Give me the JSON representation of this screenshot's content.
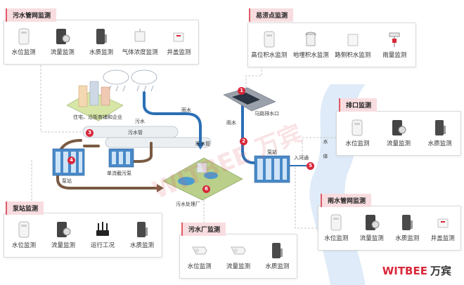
{
  "brand": {
    "name": "WITBEE",
    "cn": "万宾",
    "color": "#d8283a"
  },
  "watermark": "WITBEE 万宾",
  "colors": {
    "rain_pipe": "#2b6fb5",
    "sewage_pipe": "#7a5a43",
    "river": "#dbe9f7",
    "title_bg": "#f8dde0",
    "marker": "#d8283a"
  },
  "panels": {
    "sewage_network": {
      "title": "污水管网监测",
      "items": [
        {
          "label": "水位监测",
          "icon": "level-sensor"
        },
        {
          "label": "流量监测",
          "icon": "flow-meter"
        },
        {
          "label": "水质监测",
          "icon": "quality-sensor"
        },
        {
          "label": "气体浓度监测",
          "icon": "gas-detector"
        },
        {
          "label": "井盖监测",
          "icon": "manhole-sensor"
        }
      ]
    },
    "flood_points": {
      "title": "易涝点监测",
      "items": [
        {
          "label": "高位积水监测",
          "icon": "level-sensor"
        },
        {
          "label": "地埋积水监测",
          "icon": "buried-sensor"
        },
        {
          "label": "路侧积水监测",
          "icon": "roadside-sensor"
        },
        {
          "label": "雨量监测",
          "icon": "rain-gauge"
        }
      ]
    },
    "outfall": {
      "title": "排口监测",
      "items": [
        {
          "label": "水位监测",
          "icon": "level-sensor"
        },
        {
          "label": "流量监测",
          "icon": "flow-meter"
        },
        {
          "label": "水质监测",
          "icon": "quality-sensor"
        }
      ]
    },
    "pump_station": {
      "title": "泵站监测",
      "items": [
        {
          "label": "水位监测",
          "icon": "level-sensor"
        },
        {
          "label": "流量监测",
          "icon": "flow-meter"
        },
        {
          "label": "运行工况",
          "icon": "router"
        },
        {
          "label": "水质监测",
          "icon": "quality-sensor"
        }
      ]
    },
    "treatment_plant": {
      "title": "污水厂监测",
      "items": [
        {
          "label": "水位监测",
          "icon": "radar-sensor"
        },
        {
          "label": "流量监测",
          "icon": "radar-sensor"
        },
        {
          "label": "水质监测",
          "icon": "quality-sensor"
        }
      ]
    },
    "rain_network": {
      "title": "雨水管网监测",
      "items": [
        {
          "label": "水位监测",
          "icon": "level-sensor"
        },
        {
          "label": "流量监测",
          "icon": "flow-meter"
        },
        {
          "label": "水质监测",
          "icon": "quality-sensor"
        },
        {
          "label": "井盖监测",
          "icon": "manhole-sensor"
        }
      ]
    }
  },
  "scene": {
    "labels": {
      "residential": "住宅、沿街商铺和企业",
      "sewage": "污水",
      "sewage_pipe": "污水管",
      "rain": "雨水",
      "rain_pipe": "雨水管",
      "rain2": "雨水",
      "road_outlet": "马路排水口",
      "pump_station": "泵站",
      "pump_station2": "泵站",
      "interception_pump": "单流截污泵",
      "treatment_plant": "污水处理厂",
      "into_river": "入河通",
      "river": "水体"
    },
    "markers": [
      "1",
      "2",
      "3",
      "4",
      "5",
      "6"
    ]
  }
}
